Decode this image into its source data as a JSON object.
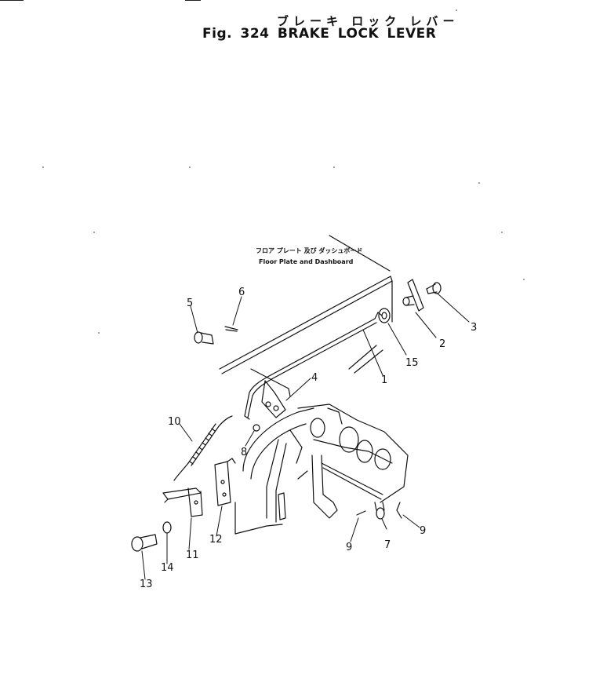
{
  "title": {
    "japanese": "ブレーキ ロック レバー",
    "english": "Fig. 324  BRAKE LOCK LEVER"
  },
  "annotation": {
    "japanese": "フロア プレート 及び ダッシュボード",
    "english": "Floor Plate and Dashboard"
  },
  "part_numbers": [
    "1",
    "2",
    "3",
    "4",
    "5",
    "6",
    "7",
    "8",
    "9",
    "9",
    "10",
    "11",
    "12",
    "13",
    "14",
    "15"
  ]
}
